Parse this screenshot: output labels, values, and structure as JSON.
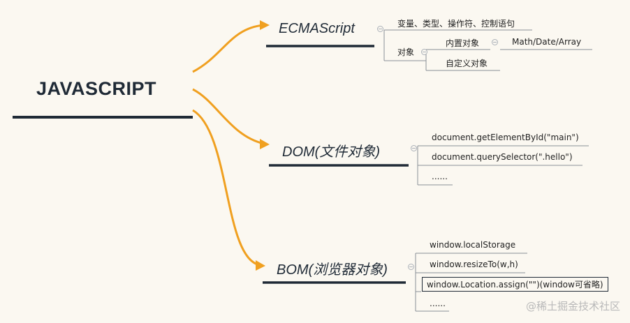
{
  "root": {
    "label": "JAVASCRIPT"
  },
  "branches": {
    "ecma": {
      "label": "ECMAScript",
      "children": {
        "basics": "变量、类型、操作符、控制语句",
        "object": "对象",
        "builtin": "内置对象",
        "builtin_example": "Math/Date/Array",
        "custom": "自定义对象"
      }
    },
    "dom": {
      "label": "DOM(文件对象)",
      "children": [
        "document.getElementById(\"main\")",
        "document.querySelector(\".hello\")",
        "......"
      ]
    },
    "bom": {
      "label": "BOM(浏览器对象)",
      "children": [
        "window.localStorage",
        "window.resizeTo(w,h)",
        "window.Location.assign(\"\")(window可省略)",
        "......"
      ]
    }
  },
  "watermark": "@稀土掘金技术社区",
  "colors": {
    "connector": "#f0a020",
    "line": "#1f2a36",
    "thin_line": "#8a8f96"
  }
}
